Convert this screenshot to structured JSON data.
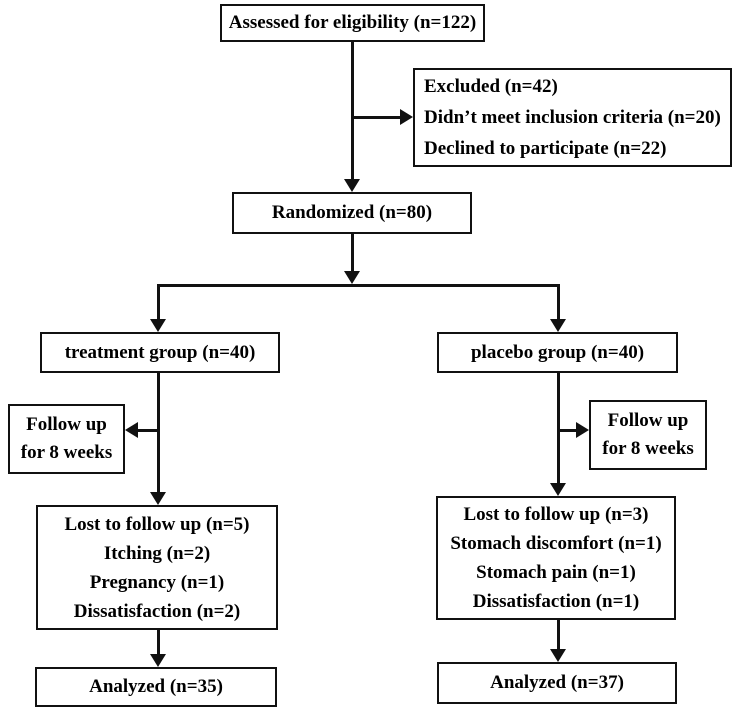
{
  "diagram": {
    "title_semantic": "CONSORT participant flow diagram",
    "background_color": "#ffffff",
    "line_color": "#111111",
    "boxes": {
      "assessed": {
        "lines": [
          "Assessed for eligibility (n=122)"
        ]
      },
      "excluded": {
        "lines": [
          "Excluded (n=42)",
          "Didn’t meet inclusion criteria (n=20)",
          "Declined to participate (n=22)"
        ]
      },
      "randomized": {
        "lines": [
          "Randomized (n=80)"
        ]
      },
      "treatment": {
        "lines": [
          "treatment group (n=40)"
        ]
      },
      "placebo": {
        "lines": [
          "placebo group (n=40)"
        ]
      },
      "followup_left": {
        "lines": [
          "Follow up",
          "for 8 weeks"
        ]
      },
      "followup_right": {
        "lines": [
          "Follow up",
          "for 8 weeks"
        ]
      },
      "lost_left": {
        "lines": [
          "Lost to follow up (n=5)",
          "Itching (n=2)",
          "Pregnancy (n=1)",
          "Dissatisfaction (n=2)"
        ]
      },
      "lost_right": {
        "lines": [
          "Lost to follow up (n=3)",
          "Stomach discomfort (n=1)",
          "Stomach pain (n=1)",
          "Dissatisfaction (n=1)"
        ]
      },
      "analyzed_left": {
        "lines": [
          "Analyzed (n=35)"
        ]
      },
      "analyzed_right": {
        "lines": [
          "Analyzed (n=37)"
        ]
      }
    }
  }
}
